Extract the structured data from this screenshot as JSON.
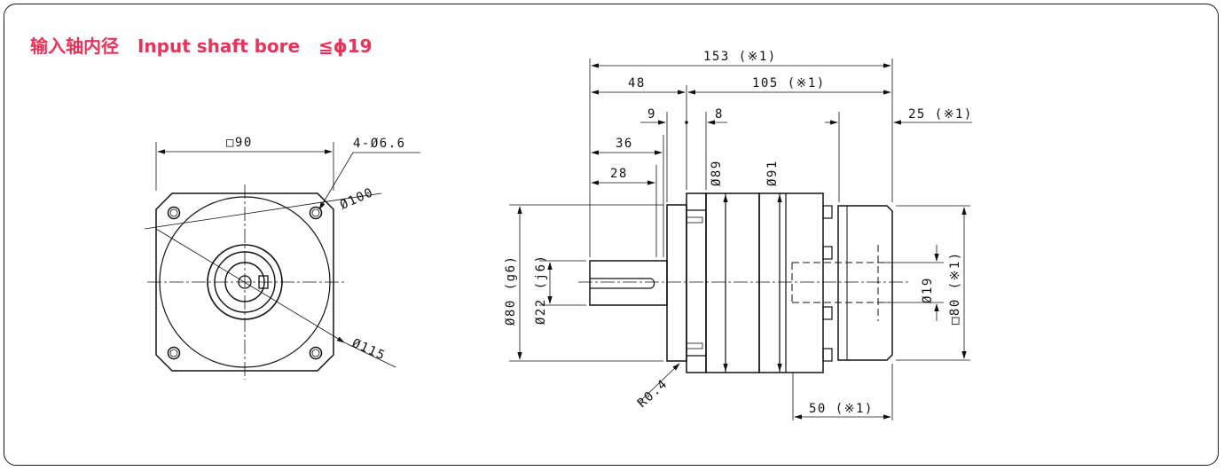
{
  "title": {
    "cn": "输入轴内径",
    "en": "Input shaft bore",
    "spec": "≦ϕ19"
  },
  "front_view": {
    "square": "□90",
    "holes": "4-Ø6.6",
    "pcd": "Ø100",
    "flange": "Ø115"
  },
  "side_view": {
    "overall": "153 (※1)",
    "d48": "48",
    "d105": "105 (※1)",
    "d9": "9",
    "d8": "8",
    "d25": "25 (※1)",
    "d36": "36",
    "d28": "28",
    "dia89": "Ø89",
    "dia91": "Ø91",
    "dia80": "Ø80 (g6)",
    "dia22": "Ø22 (j6)",
    "dia19": "Ø19",
    "sq80": "□80 (※1)",
    "r04": "R0.4",
    "d50": "50 (※1)"
  },
  "colors": {
    "title": "#e8335a",
    "line": "#111111"
  }
}
